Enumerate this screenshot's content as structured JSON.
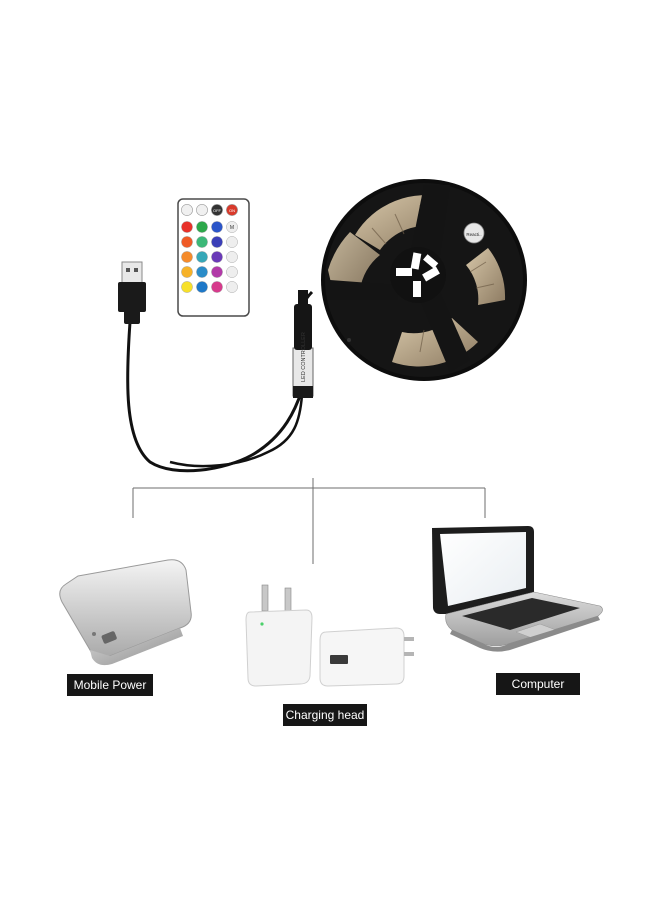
{
  "labels": {
    "mobile_power": "Mobile Power",
    "charging_head": "Charging head",
    "computer": "Computer"
  },
  "reel": {
    "sticker_text": "Reacti..",
    "controller_text": "LED CONTROLLER"
  },
  "remote": {
    "top_row": [
      "",
      "",
      "OFF",
      "ON"
    ],
    "side_button": "M"
  },
  "colors": {
    "label_bg": "#161616",
    "label_text": "#ffffff",
    "reel_black": "#111111",
    "led_strip": "#bfa98a"
  },
  "icons": [
    "usb-plug-icon",
    "remote-control-icon",
    "led-reel-icon",
    "power-bank-icon",
    "wall-charger-icon",
    "laptop-icon"
  ]
}
